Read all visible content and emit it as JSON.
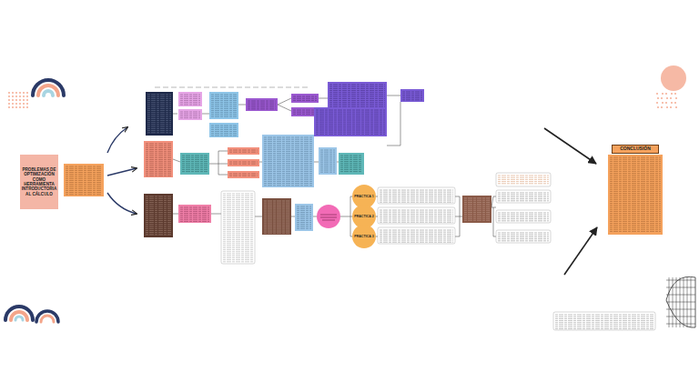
{
  "diagram": {
    "nodes": [
      {
        "text": [
          "PROBLEMAS DE OPTIMIZACIÓN COMO HERRAMIENTA INTRODUCTORIA AL CÁLCULO"
        ]
      },
      {
        "text": [
          "PRACTICA 1"
        ]
      },
      {
        "text": [
          "PRACTICA 2"
        ]
      },
      {
        "text": [
          "PRACTICA 3"
        ]
      },
      {
        "text": [
          "CONCLUSIÓN"
        ]
      }
    ]
  }
}
